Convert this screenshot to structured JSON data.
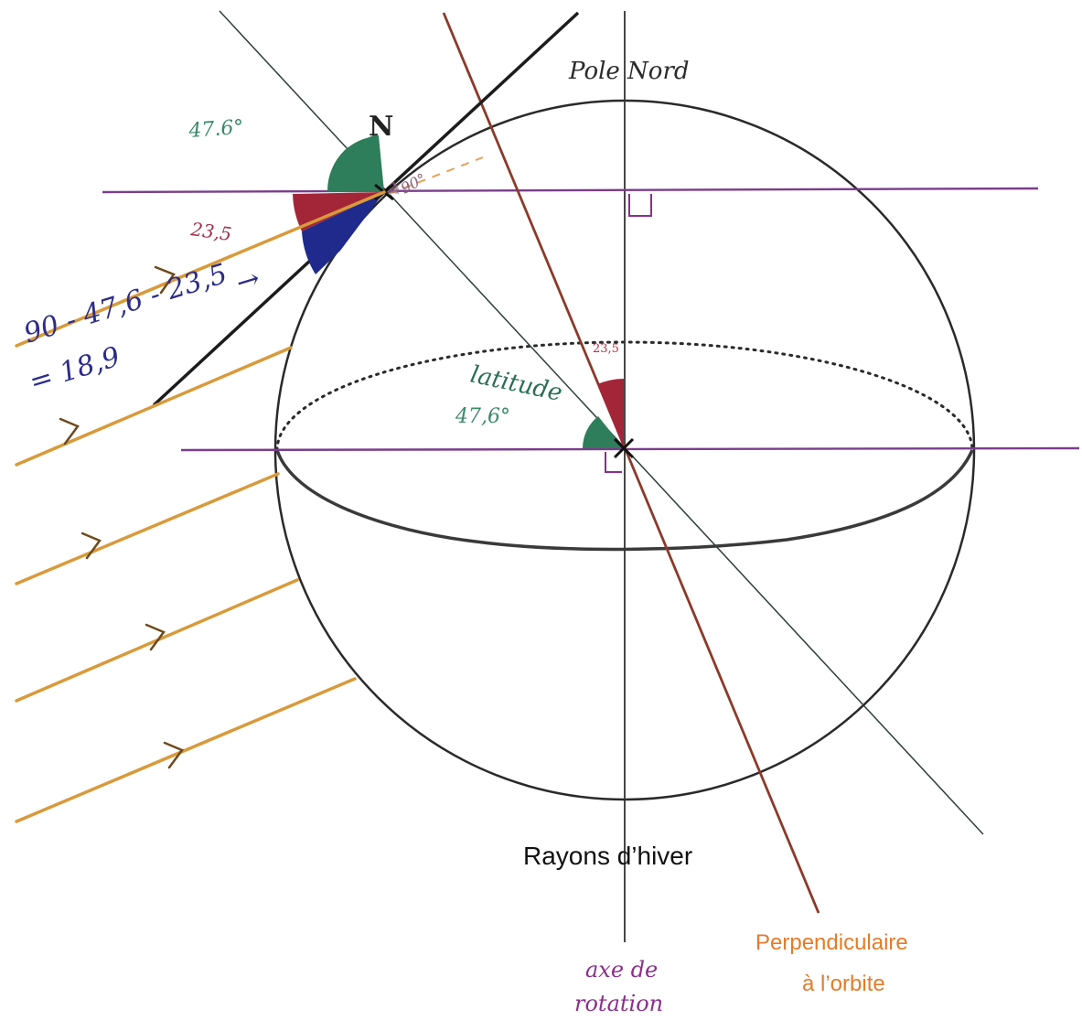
{
  "labels": {
    "pole_nord": "Pole Nord",
    "n": "N",
    "angle_top": "47.6°",
    "angle_red": "23,5",
    "calc_line1": "90 - 47,6 - 23,5",
    "calc_arrow": "→",
    "calc_line2": "= 18,9",
    "latitude": "latitude",
    "latitude_value": "47,6°",
    "small_red": "23,5",
    "ninety": "90°",
    "title": "Rayons d’hiver",
    "perpendicular_line1": "Perpendiculaire",
    "perpendicular_line2": "à l’orbite",
    "axis_line1": "axe de",
    "axis_line2": "rotation"
  },
  "colors": {
    "sphere": "#2a2a2a",
    "purple_line": "#7a3d8c",
    "orange_ray": "#d89a3a",
    "brown_axis": "#8b3a2a",
    "green_angle": "#2e7d5b",
    "red_angle": "#a32638",
    "blue_angle": "#1f2a8c"
  }
}
